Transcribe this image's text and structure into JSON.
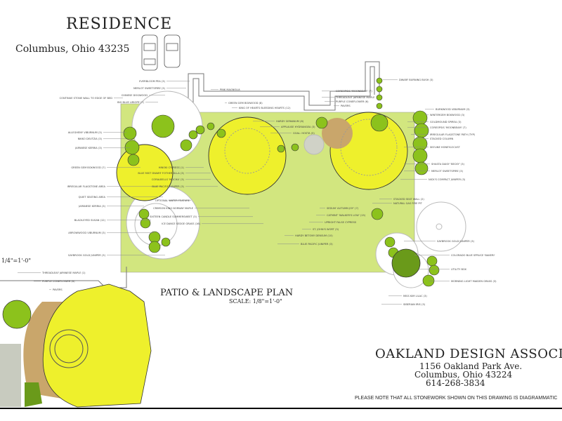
{
  "header": {
    "title": "RESIDENCE",
    "city": "Columbus, Ohio  43235"
  },
  "plan": {
    "title": "PATIO & LANDSCAPE PLAN",
    "scale": "SCALE: 1/8\"=1'-0\"",
    "detail_scale": "1/4\"=1'-0\""
  },
  "firm": {
    "name": "OAKLAND DESIGN ASSOCIATES",
    "address1": "1156 Oakland Park Ave.",
    "address2": "Columbus, Ohio  43224",
    "phone": "614-268-3834",
    "note": "PLEASE NOTE THAT ALL STONEWORK SHOWN ON THIS DRAWING IS DIAGRAMMATIC"
  },
  "labels": {
    "left": [
      "EVERBLOOM PEA (3)",
      "MERLOT SWEETSPIRE (3)",
      "CHINESE DOGWOOD",
      "CONTINUE STONE WALL TO EDGE OF BED",
      "BIG BLUE LIRIOPE (7)",
      "ALLEGHENY VIBURNUM (3)",
      "NIKKO DEUTZIA (3)",
      "JAPANESE KERRIA (3)",
      "GREEN GEM BOXWOOD (7)",
      "IRREGULAR FLAGSTONE AREA",
      "QUIET SEATING AREA",
      "JAPANESE KERRIA (3)",
      "BLACK-EYED SUSAN (12)",
      "ARROWWOOD VIBURNUM (3)",
      "SAYBROOK GOLD JUNIPER (3)"
    ],
    "detail": [
      "THREADLEAF JAPANESE MAPLE (1)",
      "PURPLE CONEFLOWER (6)",
      "PAVERS"
    ],
    "top": [
      "PINK MAGNOLIA",
      "GREEN GEM BOXWOOD (8)",
      "KING OF HEARTS BLEEDING HEARTS (12)",
      "HARDY GERANIUM (8)",
      "APPLAUSE HYDRANGEA (3)",
      "GOAL: HOSTA (5)",
      "COREOPSIS 'MOONBEAM' (7)",
      "THREADLEAF JAPANESE MAPLE",
      "PURPLE CONEFLOWER (6)",
      "PAVERS"
    ],
    "center": [
      "HINOKI CYPRESS (1)",
      "BLUE MIST DWARF FOTHERGILLA (3)",
      "CORALBELLS 'MOCHA' (3)",
      "BLUE PACIFIC JUNIPER (3)",
      "OPTIONAL WATER FEATURE",
      "CRIMSON KING NORWAY MAPLE",
      "SIXTEEN CANDLE SUMMERSWEET (3)",
      "ICE DANCE SEDGE GRASS (16)",
      "STACKED SEAT WALL (2)",
      "NATURAL GAS FIRE PIT",
      "SEDUM 'AUTUMN JOY' (7)",
      "CATMINT 'WALKER'S LOW' (15)",
      "UPRIGHT FALSE CYPRESS",
      "ST. JOHN'S WORT (3)",
      "HARDY BETONY DENSUM (10)",
      "BLUE PACIFIC JUNIPER (3)"
    ],
    "right": [
      "DWARF BURNING BUSH (3)",
      "BURKWOOD VIBURNUM (3)",
      "WINTERGEM BOXWOOD (3)",
      "GOLDMOUND SPIREA (3)",
      "COREOPSIS 'MOONBEAM' (7)",
      "IRREGULAR FLAGSTONE PATH (TYP)",
      "STACKED COLUMN",
      "SKYLINE HONEYLOCUST",
      "SHASTA DAISY 'BECKY' (3)",
      "MERLOT SWEETSPIRE (3)",
      "NICK'S COMPACT JUNIPER (3)"
    ],
    "bottom_right": [
      "SAYBROOK GOLD JUNIPER (3)",
      "COLORADO BLUE SPRUCE 'BAKERI'",
      "UTILITY BOX",
      "MORNING LIGHT MAIDEN GRASS (3)",
      "MISS KIM LILAC (3)",
      "SIBERIAN IRIS (3)"
    ]
  },
  "colors": {
    "lawn": "#d2e67f",
    "tree_yellow": "#eef02c",
    "shrub_green": "#8cc21c",
    "spruce": "#6a9a1a",
    "pavers": "#c9a66b",
    "stone": "#c8cbbf"
  }
}
